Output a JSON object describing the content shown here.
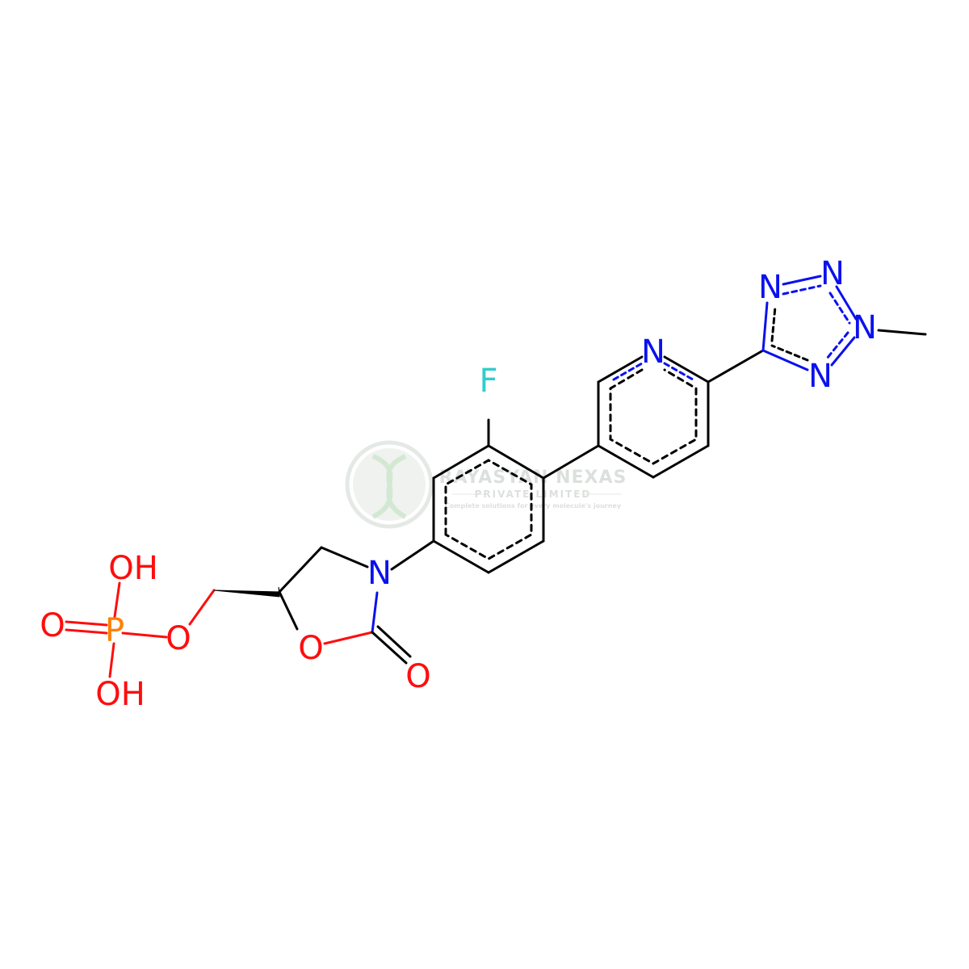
{
  "colors": {
    "carbon_bond": "#000000",
    "oxygen": "#ff0d0d",
    "nitrogen": "#0b11ee",
    "fluorine": "#33cccc",
    "phosphorus": "#ff8000",
    "watermark": "#d6dbd6"
  },
  "watermark": {
    "title": "RAYASYAN NEXAS",
    "subtitle": "PRIVATE LIMITED",
    "tagline": "Complete solutions for every molecule's journey"
  },
  "atoms": {
    "p1": "P",
    "o_double": "O",
    "oh_top": "OH",
    "oh_bottom": "OH",
    "o_ester": "O",
    "o_ring": "O",
    "o_carbonyl": "O",
    "n_oxazolidinone": "N",
    "f": "F",
    "n_pyridine": "N",
    "n_tz1": "N",
    "n_tz2": "N",
    "n_tz3": "N",
    "n_tz4": "N"
  }
}
